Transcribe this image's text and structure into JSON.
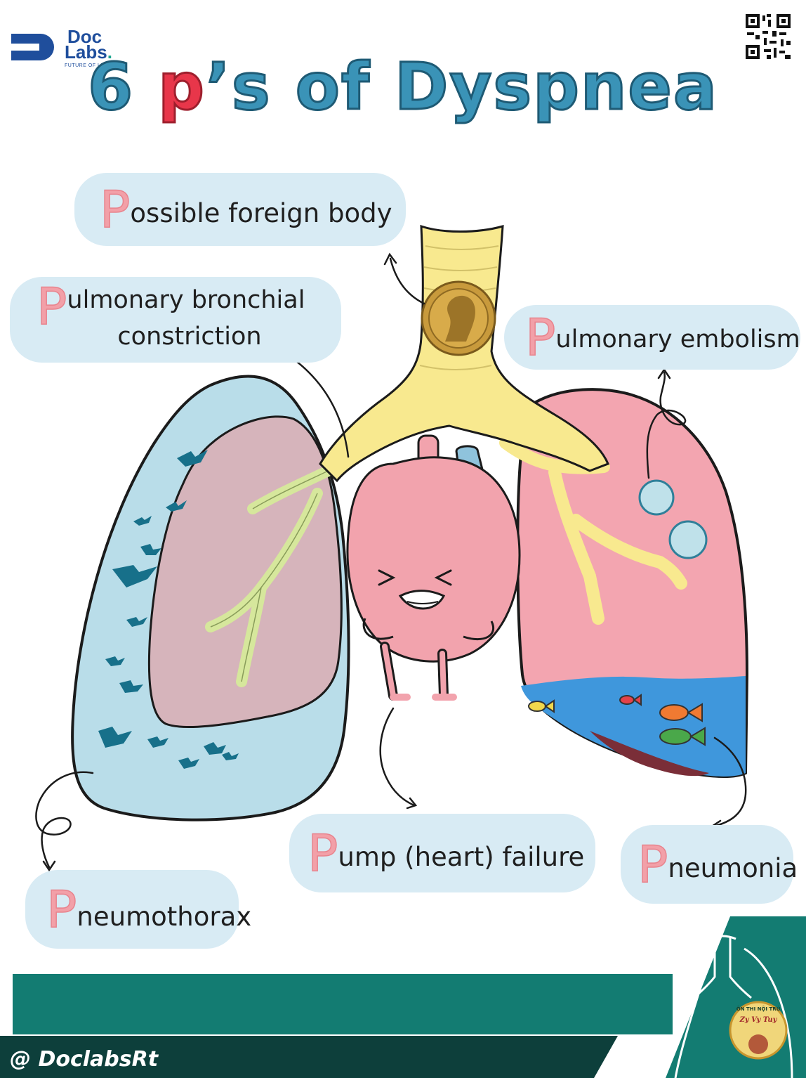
{
  "brand": {
    "name_line1": "Doc",
    "name_line2": "Labs",
    "dot": ".",
    "tagline": "FUTURE OF LEARNING"
  },
  "title": {
    "prefix": "6 ",
    "highlight": "p",
    "suffix": "’s of Dyspnea"
  },
  "causes": [
    {
      "letter": "P",
      "rest": "ossible foreign body"
    },
    {
      "letter": "P",
      "rest": "ulmonary bronchial",
      "rest2": "constriction"
    },
    {
      "letter": "P",
      "rest": "ulmonary embolism"
    },
    {
      "letter": "P",
      "rest": "ump (heart) failure"
    },
    {
      "letter": "P",
      "rest": "neumonia"
    },
    {
      "letter": "P",
      "rest": "neumothorax"
    }
  ],
  "footer": {
    "handle": "@ DoclabsRt"
  },
  "badge": {
    "line1": "ÔN THI NỘI TRÚ",
    "line2": "Zy Vy Tuy"
  },
  "colors": {
    "title": "#3a93b7",
    "title_highlight": "#e8364a",
    "pill": "#d8ebf4",
    "letter": "#f2a0a8",
    "teal": "#137c72",
    "footer_dark": "#0d3f3b",
    "lung_left": "#b9dde9",
    "lung_left_inner": "#d6b4bb",
    "lung_right": "#f3a5b0",
    "fluid": "#3f97dc",
    "trachea": "#f8e98f",
    "heart": "#f2a3ad",
    "bird": "#17708a"
  },
  "icons": [
    "qr-code-icon",
    "coin-icon",
    "bird-icon",
    "fish-icon",
    "embolus-icon",
    "lungs-outline-icon",
    "badge-icon"
  ]
}
